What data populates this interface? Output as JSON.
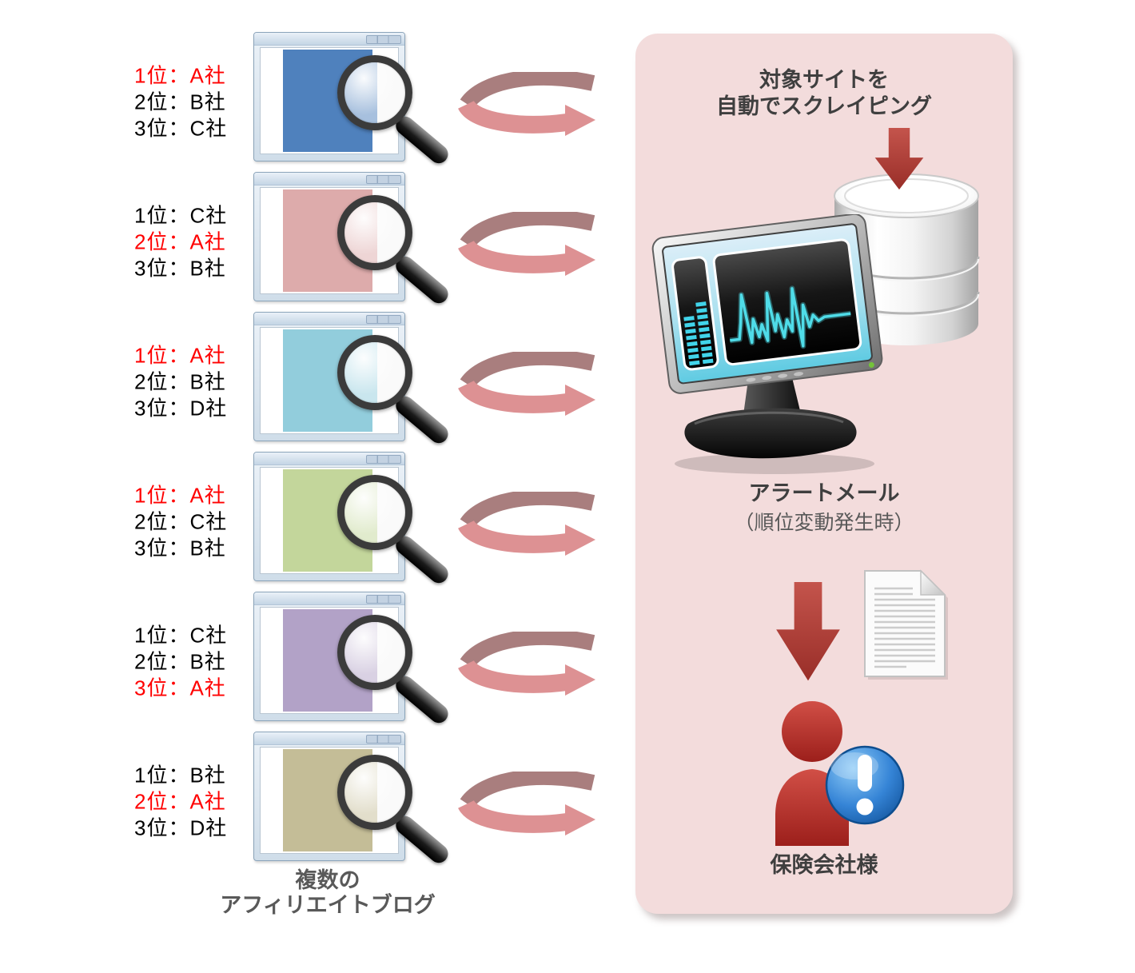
{
  "left": {
    "caption": {
      "line1": "複数の",
      "line2": "アフィリエイトブログ"
    },
    "rank_text_color": "#000000",
    "rank_highlight_color": "#ff0000",
    "blogs": [
      {
        "window_color": "#4f81bd",
        "rankings": [
          {
            "text": "1位：A社",
            "highlight": true
          },
          {
            "text": "2位：B社",
            "highlight": false
          },
          {
            "text": "3位：C社",
            "highlight": false
          }
        ]
      },
      {
        "window_color": "#ddabab",
        "rankings": [
          {
            "text": "1位：C社",
            "highlight": false
          },
          {
            "text": "2位：A社",
            "highlight": true
          },
          {
            "text": "3位：B社",
            "highlight": false
          }
        ]
      },
      {
        "window_color": "#92cddc",
        "rankings": [
          {
            "text": "1位：A社",
            "highlight": true
          },
          {
            "text": "2位：B社",
            "highlight": false
          },
          {
            "text": "3位：D社",
            "highlight": false
          }
        ]
      },
      {
        "window_color": "#c3d69b",
        "rankings": [
          {
            "text": "1位：A社",
            "highlight": true
          },
          {
            "text": "2位：C社",
            "highlight": false
          },
          {
            "text": "3位：B社",
            "highlight": false
          }
        ]
      },
      {
        "window_color": "#b2a2c7",
        "rankings": [
          {
            "text": "1位：C社",
            "highlight": false
          },
          {
            "text": "2位：B社",
            "highlight": false
          },
          {
            "text": "3位：A社",
            "highlight": true
          }
        ]
      },
      {
        "window_color": "#c4bd97",
        "rankings": [
          {
            "text": "1位：B社",
            "highlight": false
          },
          {
            "text": "2位：A社",
            "highlight": true
          },
          {
            "text": "3位：D社",
            "highlight": false
          }
        ]
      }
    ]
  },
  "flow_arrow": {
    "top_color": "#a97e7e",
    "bottom_color": "#dd9193"
  },
  "panel": {
    "background": "#f3dcdc",
    "scrape_label": {
      "line1": "対象サイトを",
      "line2": "自動でスクレイピング"
    },
    "alert_label": {
      "line1": "アラートメール",
      "line2": "（順位変動発生時）"
    },
    "recipient_label": "保険会社様",
    "download_arrow_color": "#b23b33"
  },
  "icons": {
    "browser_window": "browser-window-icon",
    "magnifier": "magnifier-icon",
    "flow_arrow": "flow-arrow-icon",
    "download_arrow": "download-arrow-icon",
    "database": "database-icon",
    "monitor": "monitor-graph-icon",
    "document": "document-icon",
    "person": "person-icon",
    "alert_badge": "alert-exclamation-badge-icon"
  }
}
